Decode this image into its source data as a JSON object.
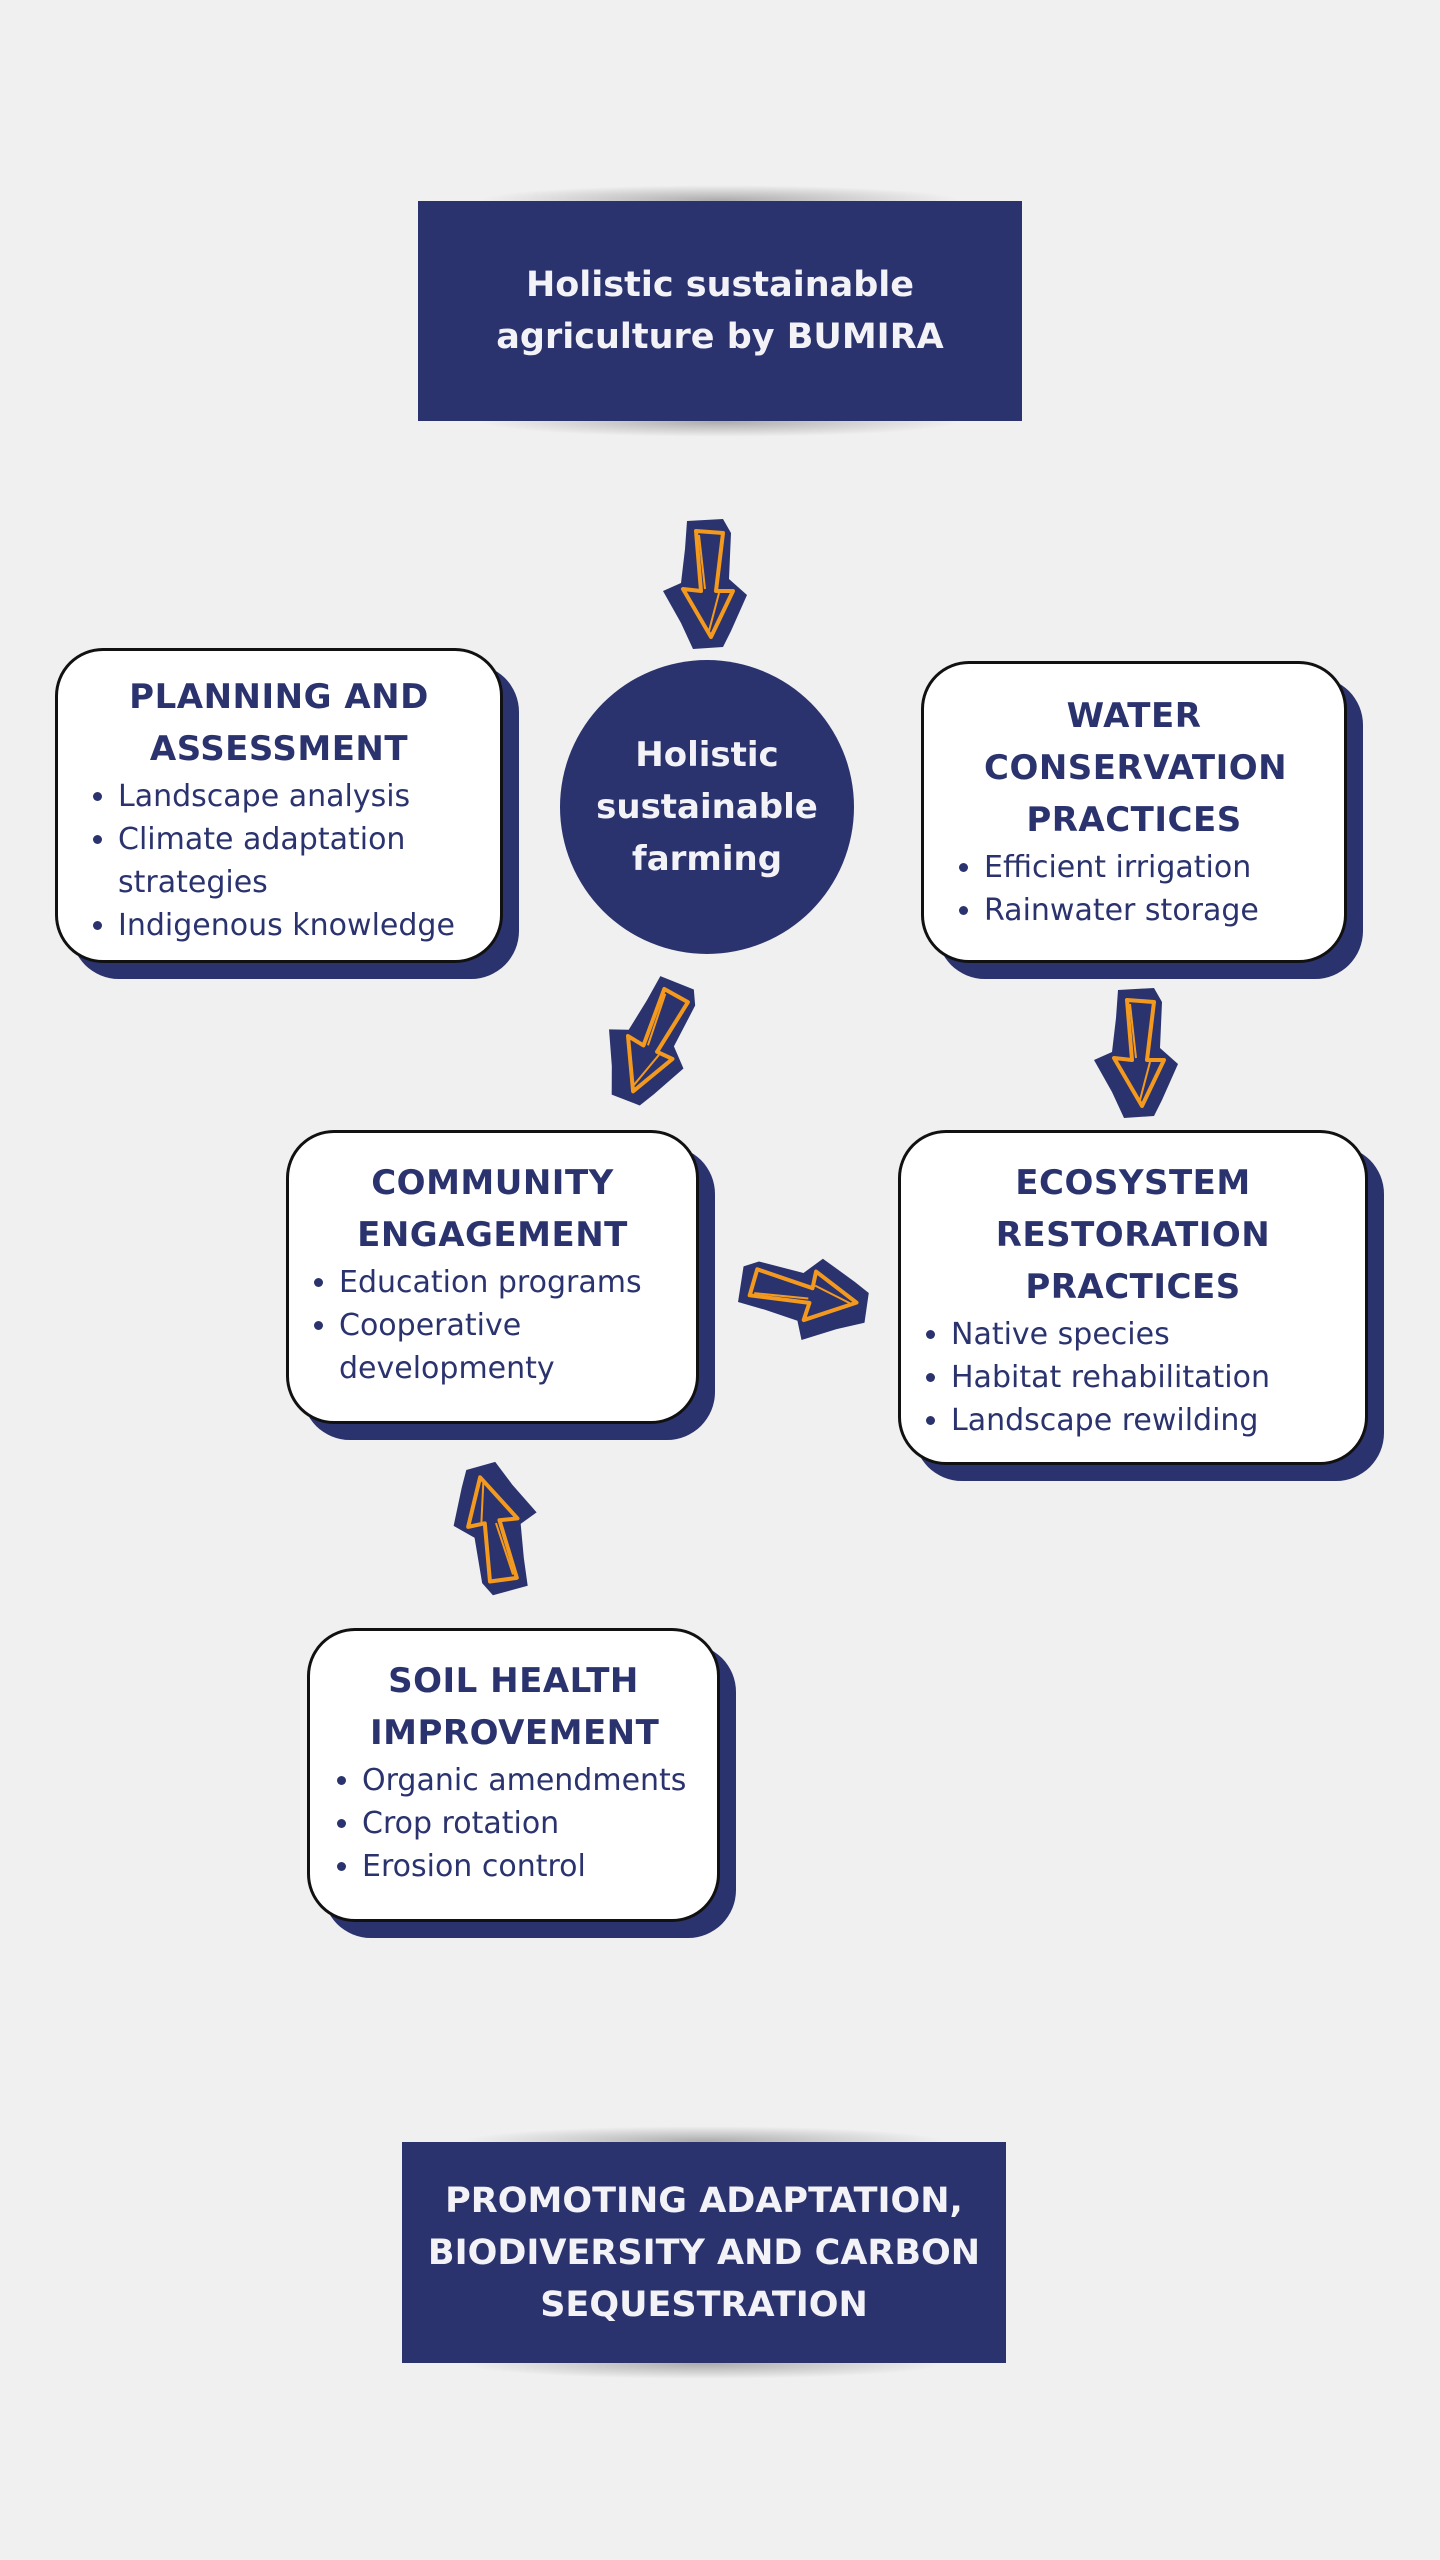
{
  "header": {
    "lines": [
      "Holistic sustainable",
      "agriculture by BUMIRA"
    ]
  },
  "center": {
    "lines": [
      "Holistic",
      "sustainable",
      "farming"
    ]
  },
  "cards": {
    "planning": {
      "title": "PLANNING AND ASSESSMENT",
      "items": [
        "Landscape analysis",
        "Climate adaptation strategies",
        "Indigenous knowledge"
      ]
    },
    "water": {
      "title": "WATER CONSERVATION PRACTICES",
      "items": [
        "Efficient irrigation",
        "Rainwater storage"
      ]
    },
    "community": {
      "title": "COMMUNITY ENGAGEMENT",
      "items": [
        "Education programs",
        "Cooperative developmenty"
      ]
    },
    "ecosystem": {
      "title": "ECOSYSTEM RESTORATION PRACTICES",
      "items": [
        "Native species",
        "Habitat rehabilitation",
        "Landscape rewilding"
      ]
    },
    "soil": {
      "title": "SOIL HEALTH IMPROVEMENT",
      "items": [
        "Organic amendments",
        "Crop rotation",
        "Erosion control"
      ]
    }
  },
  "footer": {
    "lines": [
      "PROMOTING ADAPTATION,",
      "BIODIVERSITY AND CARBON",
      "SEQUESTRATION"
    ]
  },
  "colors": {
    "navy": "#2b336e",
    "orange": "#f39a1e",
    "background": "#f0f0f0"
  },
  "icons": [
    "arrow-down-icon",
    "arrow-down-left-icon",
    "arrow-right-icon",
    "arrow-up-icon"
  ]
}
